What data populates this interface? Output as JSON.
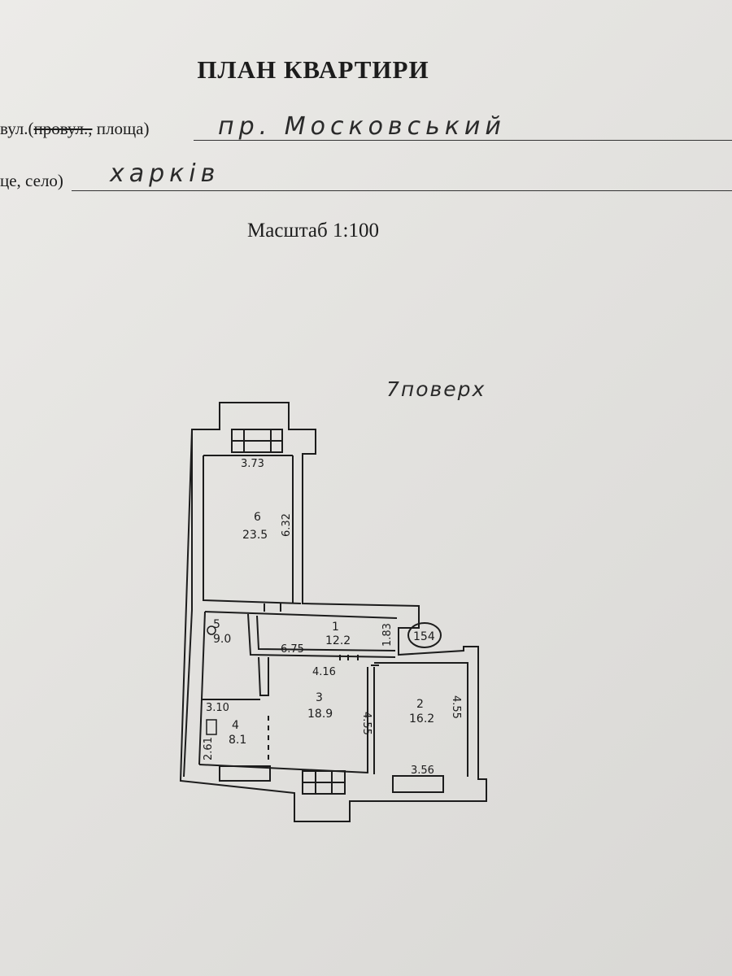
{
  "title": "ПЛАН КВАРТИРИ",
  "fields": [
    {
      "label_prefix": "вул.(",
      "label_strike": "провул.,",
      "label_suffix": " площа)",
      "value": "пр. Московський"
    },
    {
      "label": "це, село)",
      "value": "харків"
    }
  ],
  "scale": "Масштаб 1:100",
  "floor_note": "7поверх",
  "apartment_number": "154",
  "plan": {
    "rooms": [
      {
        "id": "room-6",
        "number": "6",
        "area": "23.5"
      },
      {
        "id": "room-5",
        "number": "5",
        "area": "9.0"
      },
      {
        "id": "room-1",
        "number": "1",
        "area": "12.2"
      },
      {
        "id": "room-3",
        "number": "3",
        "area": "18.9"
      },
      {
        "id": "room-2",
        "number": "2",
        "area": "16.2"
      },
      {
        "id": "room-4",
        "number": "4",
        "area": "8.1"
      }
    ],
    "dimensions": {
      "room6_width": "3.73",
      "room6_length": "6.32",
      "corridor_length": "6.75",
      "corridor_width": "1.83",
      "room3_width": "4.16",
      "room3_length": "4.55",
      "room2_length": "4.55",
      "room2_width": "3.56",
      "kitchen_width": "3.10",
      "kitchen_length": "2.61"
    }
  }
}
